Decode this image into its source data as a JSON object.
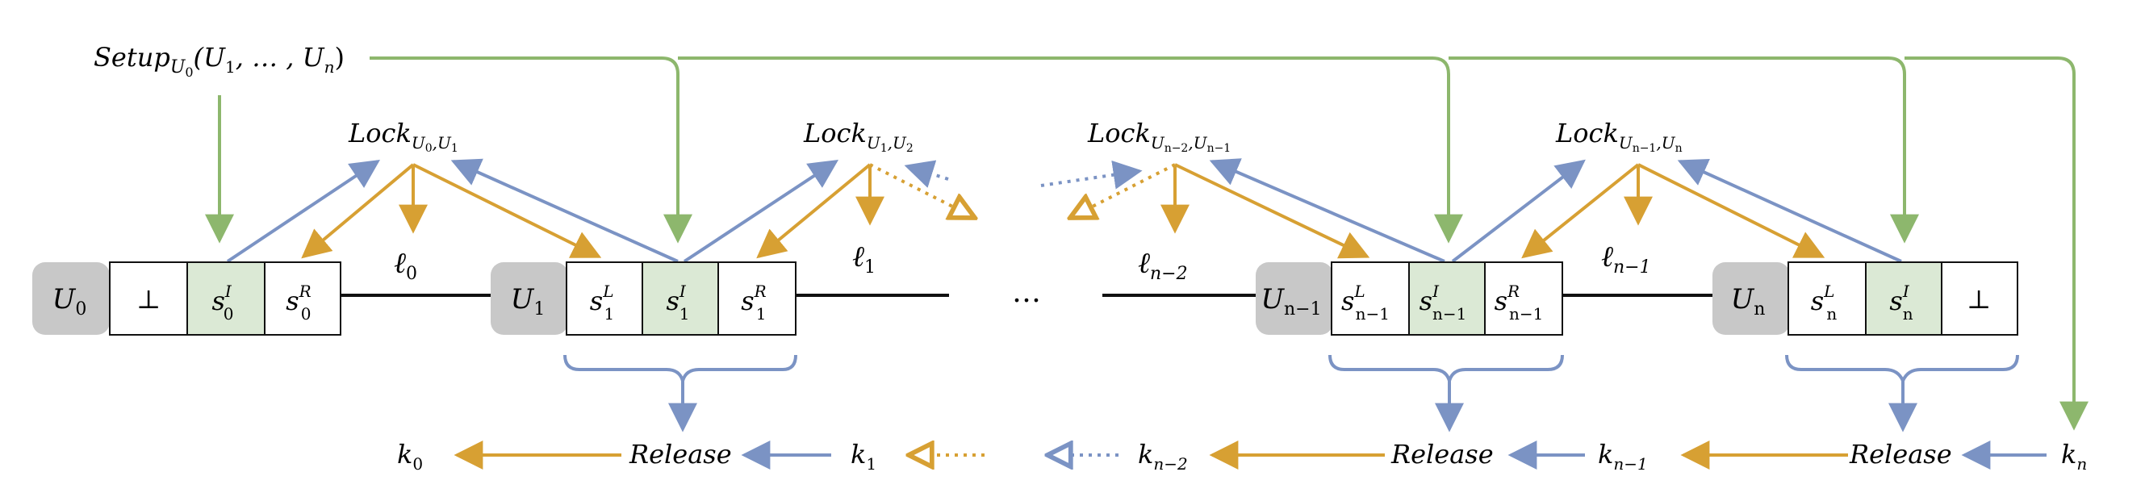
{
  "colors": {
    "green": "#8db76d",
    "blue": "#7b93c4",
    "orange": "#d7a033",
    "gray": "#c8c8c8",
    "cell_green": "#dbe9d5",
    "black": "#111111"
  },
  "setup": {
    "label": "Setup",
    "sub": "U",
    "subsub": "0",
    "args": "(U",
    "args_sub1": "1",
    "args_mid": ", … , U",
    "args_subn": "n",
    "args_close": ")"
  },
  "locks": [
    {
      "label": "Lock",
      "sub": "U",
      "s1": "0",
      "mid": ",U",
      "s2": "1"
    },
    {
      "label": "Lock",
      "sub": "U",
      "s1": "1",
      "mid": ",U",
      "s2": "2"
    },
    {
      "label": "Lock",
      "sub": "U",
      "s1": "n−2",
      "mid": ",U",
      "s2": "n−1"
    },
    {
      "label": "Lock",
      "sub": "U",
      "s1": "n−1",
      "mid": ",U",
      "s2": "n"
    }
  ],
  "ells": [
    {
      "sym": "ℓ",
      "sub": "0"
    },
    {
      "sym": "ℓ",
      "sub": "1"
    },
    {
      "sym": "ℓ",
      "sub": "n−2"
    },
    {
      "sym": "ℓ",
      "sub": "n−1"
    }
  ],
  "users": [
    {
      "name": "U",
      "sub": "0",
      "cells": [
        {
          "base": "⊥",
          "sup": "",
          "sub": ""
        },
        {
          "base": "s",
          "sup": "I",
          "sub": "0"
        },
        {
          "base": "s",
          "sup": "R",
          "sub": "0"
        }
      ]
    },
    {
      "name": "U",
      "sub": "1",
      "cells": [
        {
          "base": "s",
          "sup": "L",
          "sub": "1"
        },
        {
          "base": "s",
          "sup": "I",
          "sub": "1"
        },
        {
          "base": "s",
          "sup": "R",
          "sub": "1"
        }
      ]
    },
    {
      "name": "U",
      "sub": "n−1",
      "cells": [
        {
          "base": "s",
          "sup": "L",
          "sub": "n−1"
        },
        {
          "base": "s",
          "sup": "I",
          "sub": "n−1"
        },
        {
          "base": "s",
          "sup": "R",
          "sub": "n−1"
        }
      ]
    },
    {
      "name": "U",
      "sub": "n",
      "cells": [
        {
          "base": "s",
          "sup": "L",
          "sub": "n"
        },
        {
          "base": "s",
          "sup": "I",
          "sub": "n"
        },
        {
          "base": "⊥",
          "sup": "",
          "sub": ""
        }
      ]
    }
  ],
  "ellipsis": "…",
  "keys": [
    {
      "sym": "k",
      "sub": "0"
    },
    {
      "sym": "k",
      "sub": "1"
    },
    {
      "sym": "k",
      "sub": "n−2"
    },
    {
      "sym": "k",
      "sub": "n−1"
    },
    {
      "sym": "k",
      "sub": "n"
    }
  ],
  "release_label": "Release"
}
